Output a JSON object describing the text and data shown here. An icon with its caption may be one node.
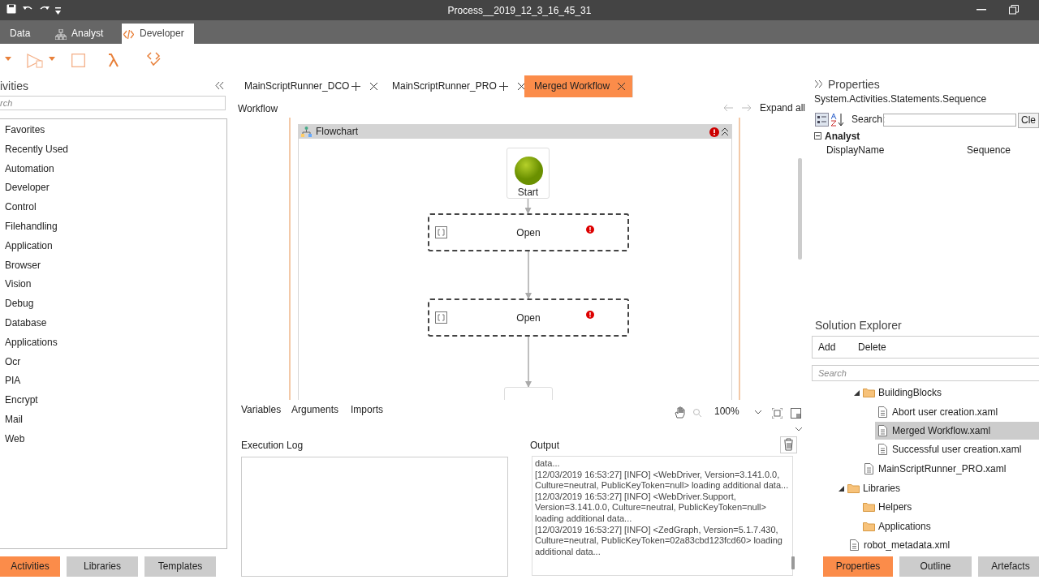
{
  "diagram": {
    "title": "Process__2019_12_3_16_45_31",
    "nodes": [
      {
        "text": [
          "Flowchart"
        ]
      },
      {
        "text": [
          "Start"
        ],
        "in": 0
      },
      {
        "text": [
          "Open"
        ],
        "in": 0
      },
      {
        "text": [
          "Open"
        ],
        "in": 0
      },
      {
        "text": [],
        "shape": "box",
        "in": 0
      }
    ],
    "edges": [
      {
        "from": 1,
        "to": 2,
        "arrow": "to"
      },
      {
        "from": 2,
        "to": 3,
        "arrow": "to"
      },
      {
        "from": 3,
        "to": 4,
        "arrow": "to"
      }
    ],
    "labels": [
      "Data",
      "Analyst",
      "Developer",
      "ivities",
      "rch",
      "MainScriptRunner_DCO",
      "MainScriptRunner_PRO",
      "Merged Workflow",
      "Workflow",
      "Expand all",
      "Properties",
      "System.Activities.Statements.Sequence",
      "Search:",
      "Cle",
      "Analyst",
      "DisplayName",
      "Sequence",
      "Favorites",
      "Recently Used",
      "Automation",
      "Developer",
      "Control",
      "Filehandling",
      "Application",
      "Browser",
      "Vision",
      "Debug",
      "Database",
      "Applications",
      "Ocr",
      "PIA",
      "Encrypt",
      "Mail",
      "Web",
      "Variables",
      "Arguments",
      "Imports",
      "100%",
      "Execution Log",
      "Output",
      "data...",
      "[12/03/2019 16:53:27] [INFO] <WebDriver, Version=3.141.0.0, Culture=neutral, PublicKeyToken=null> loading additional data...",
      "[12/03/2019 16:53:27] [INFO] <WebDriver.Support, Version=3.141.0.0, Culture=neutral, PublicKeyToken=null> loading additional data...",
      "[12/03/2019 16:53:27] [INFO] <ZedGraph, Version=5.1.7.430, Culture=neutral, PublicKeyToken=02a83cbd123fcd60> loading additional data...",
      "Solution Explorer",
      "Add",
      "Delete",
      "Search",
      "BuildingBlocks",
      "Abort user creation.xaml",
      "Merged Workflow.xaml",
      "Successful user creation.xaml",
      "MainScriptRunner_PRO.xaml",
      "Libraries",
      "Helpers",
      "Applications",
      "robot_metadata.xml",
      "Activities",
      "Libraries",
      "Templates",
      "Properties",
      "Outline",
      "Artefacts"
    ]
  }
}
